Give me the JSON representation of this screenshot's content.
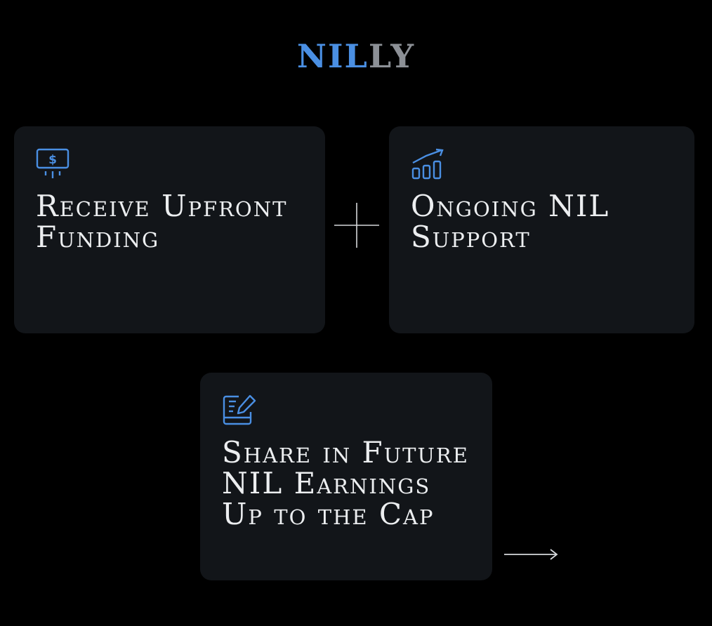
{
  "logo": {
    "part1": "NIL",
    "part2": "LY"
  },
  "cards": [
    {
      "icon": "dollar-presentation-icon",
      "title": "Receive Upfront Funding"
    },
    {
      "icon": "growth-chart-icon",
      "title": "Ongoing NIL Support"
    },
    {
      "icon": "contract-edit-icon",
      "title": "Share in Future NIL Earnings Up to the Cap"
    }
  ],
  "connectors": {
    "plus_icon": "plus-icon",
    "arrow_icon": "arrow-right-icon"
  },
  "colors": {
    "accent": "#4a8fe3",
    "logo_secondary": "#8c9096",
    "card_background": "#121519",
    "page_background": "#000000",
    "text": "#eceef0"
  }
}
